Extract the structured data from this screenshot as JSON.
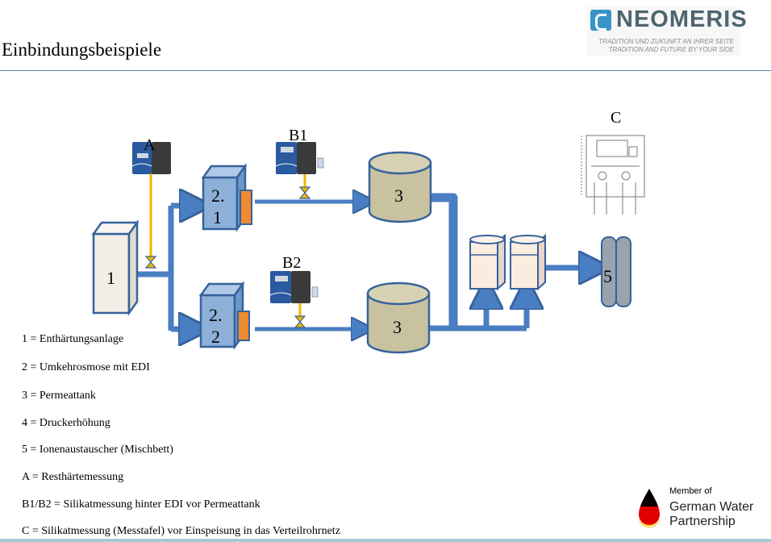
{
  "page_title": "Einbindungsbeispiele",
  "brand": {
    "name": "NEOMERIS",
    "tagline_de": "TRADITION UND ZUKUNFT AN IHRER SEITE",
    "tagline_en": "TRADITION AND FUTURE BY YOUR SIDE"
  },
  "diagram": {
    "labels": {
      "unit_1": "1",
      "unit_21_a": "2.",
      "unit_21_b": "1",
      "unit_22_a": "2.",
      "unit_22_b": "2",
      "tank_top": "3",
      "tank_bottom": "3",
      "unit_5": "5",
      "analyzer_a": "A",
      "analyzer_b1": "B1",
      "analyzer_b2": "B2",
      "panel_c": "C"
    },
    "colors": {
      "pipe": "#4a7ec2",
      "pipe_stroke": "#36629c",
      "unit_box": "#8db0d8",
      "tank": "#c9c2a0",
      "softener": "#f1eee5",
      "sample_line": "#f0b800",
      "accent_orange": "#f08a30"
    }
  },
  "legend": [
    "1 = Enthärtungsanlage",
    "2 = Umkehrosmose mit EDI",
    "3 = Permeattank",
    "4 = Druckerhöhung",
    "5 = Ionenaustauscher (Mischbett)",
    "A = Resthärtemessung",
    "B1/B2 = Silikatmessung hinter EDI vor Permeattank",
    "C = Silikatmessung (Messtafel) vor Einspeisung in das Verteilrohrnetz"
  ],
  "partner": {
    "line1": "Member of",
    "line2": "German Water",
    "line3": "Partnership"
  }
}
